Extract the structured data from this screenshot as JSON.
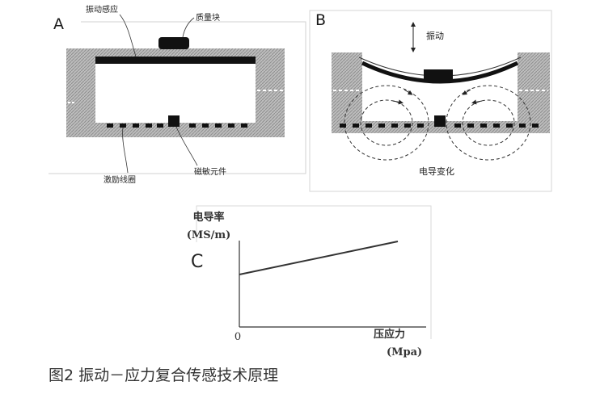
{
  "panel_a": {
    "label": "A",
    "vibration_sensing": "振动感应",
    "mass_block": "质量块",
    "excitation_coil": "激励线圈",
    "magnetic_element": "磁敏元件"
  },
  "panel_b": {
    "label": "B",
    "vibration": "振动",
    "conductance_change": "电导变化"
  },
  "panel_c": {
    "label": "C",
    "y_label": "电导率",
    "y_unit": "(MS/m)",
    "origin": "0",
    "x_label": "压应力",
    "x_unit": "(Mpa)"
  },
  "caption": "图2 振动－应力复合传感技术原理"
}
